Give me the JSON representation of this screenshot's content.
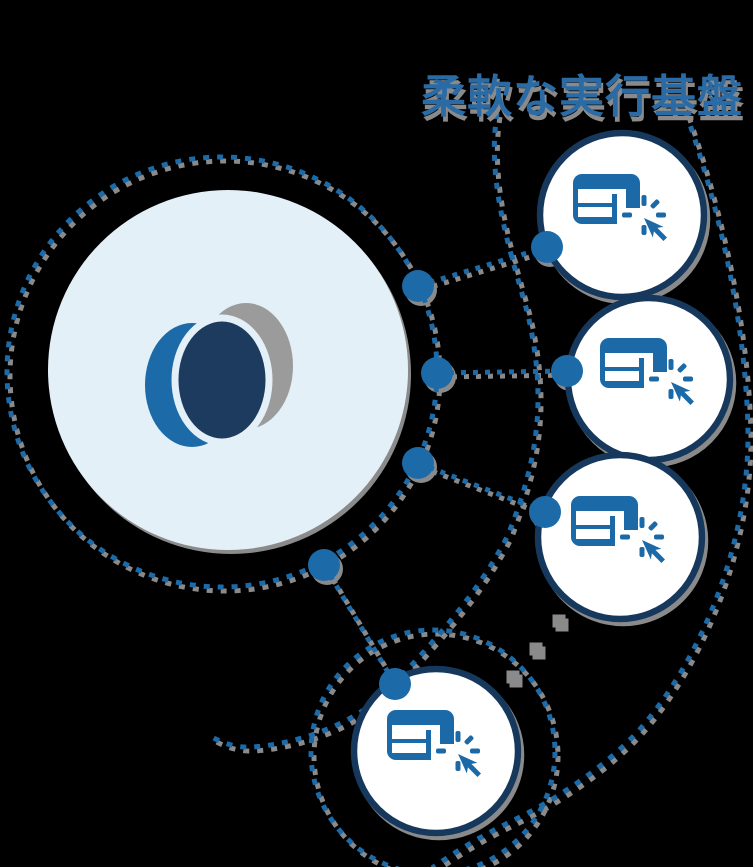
{
  "title": {
    "text": "柔軟な実行基盤"
  },
  "colors": {
    "background": "#000000",
    "title_blue": "#2a6ba6",
    "dash_blue": "#1a6aa8",
    "accent_blue": "#1b69a7",
    "navy_border": "#17395d",
    "light_circle_fill": "#e4f0f8",
    "logo_navy": "#1d3b5f",
    "logo_blue": "#1e6ba8",
    "logo_gray": "#9b9b9b",
    "shadow_gray": "#8a8a8a",
    "ellipsis_gray": "#8a8a8a",
    "white": "#ffffff"
  },
  "core": {
    "name": "core-platform-circle",
    "logo": "three-overlapping-circles-logo"
  },
  "nodes": [
    {
      "icon": "browser-click-icon"
    },
    {
      "icon": "browser-click-icon"
    },
    {
      "icon": "browser-click-icon"
    },
    {
      "icon": "browser-click-icon"
    }
  ],
  "ellipsis": {
    "symbol": "diagonal-more-dots",
    "count": 3
  }
}
